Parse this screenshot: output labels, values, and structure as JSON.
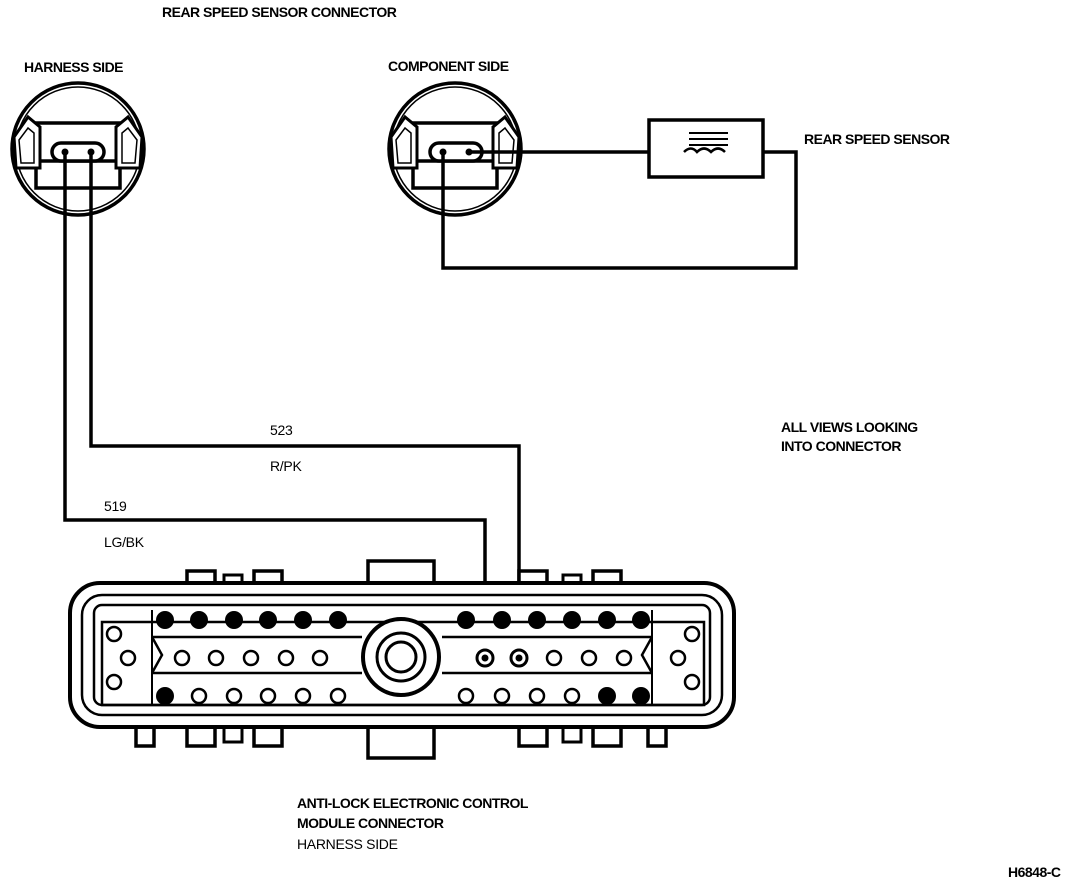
{
  "labels": {
    "title": "REAR SPEED SENSOR CONNECTOR",
    "harness_side": "HARNESS SIDE",
    "component_side": "COMPONENT SIDE",
    "rear_speed_sensor": "REAR SPEED SENSOR",
    "views_line1": "ALL VIEWS LOOKING",
    "views_line2": "INTO CONNECTOR",
    "module_line1": "ANTI-LOCK ELECTRONIC CONTROL",
    "module_line2": "MODULE CONNECTOR",
    "module_line3": "HARNESS SIDE",
    "figure_id": "H6848-C"
  },
  "wires": [
    {
      "circuit": "523",
      "color": "R/PK"
    },
    {
      "circuit": "519",
      "color": "LG/BK"
    }
  ],
  "colors": {
    "line": "#000000",
    "background": "#ffffff"
  }
}
